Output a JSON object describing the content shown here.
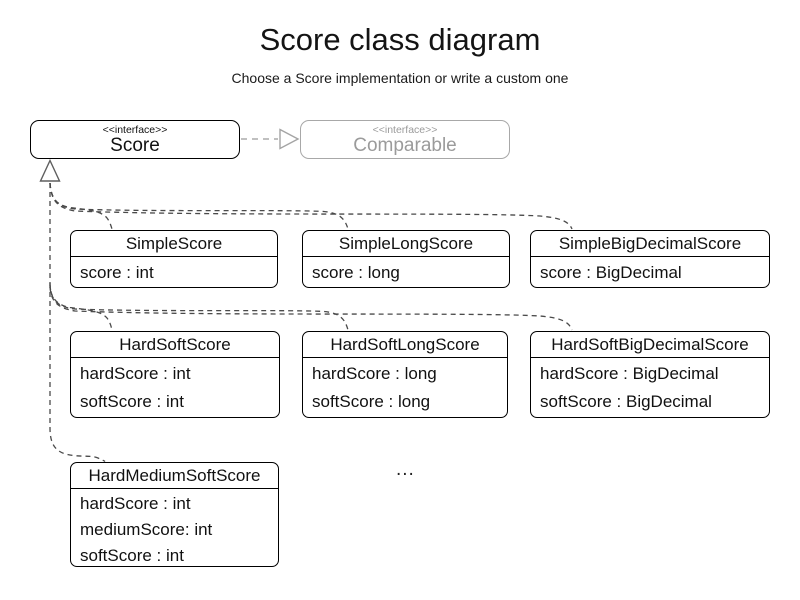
{
  "header": {
    "title": "Score class diagram",
    "subtitle": "Choose a Score implementation or write a custom one"
  },
  "interfaces": [
    {
      "stereotype": "<<interface>>",
      "name": "Score"
    },
    {
      "stereotype": "<<interface>>",
      "name": "Comparable"
    }
  ],
  "classes": [
    {
      "name": "SimpleScore",
      "attributes": [
        "score : int"
      ]
    },
    {
      "name": "SimpleLongScore",
      "attributes": [
        "score : long"
      ]
    },
    {
      "name": "SimpleBigDecimalScore",
      "attributes": [
        "score : BigDecimal"
      ]
    },
    {
      "name": "HardSoftScore",
      "attributes": [
        "hardScore : int",
        "softScore : int"
      ]
    },
    {
      "name": "HardSoftLongScore",
      "attributes": [
        "hardScore : long",
        "softScore : long"
      ]
    },
    {
      "name": "HardSoftBigDecimalScore",
      "attributes": [
        "hardScore : BigDecimal",
        "softScore : BigDecimal"
      ]
    },
    {
      "name": "HardMediumSoftScore",
      "attributes": [
        "hardScore : int",
        "mediumScore: int",
        "softScore : int"
      ]
    }
  ],
  "ellipsis": "...",
  "colors": {
    "class_border": "#000000",
    "connector_dark": "#4a4a4a",
    "connector_muted": "#ababab",
    "muted_text": "#9b9b9b"
  }
}
